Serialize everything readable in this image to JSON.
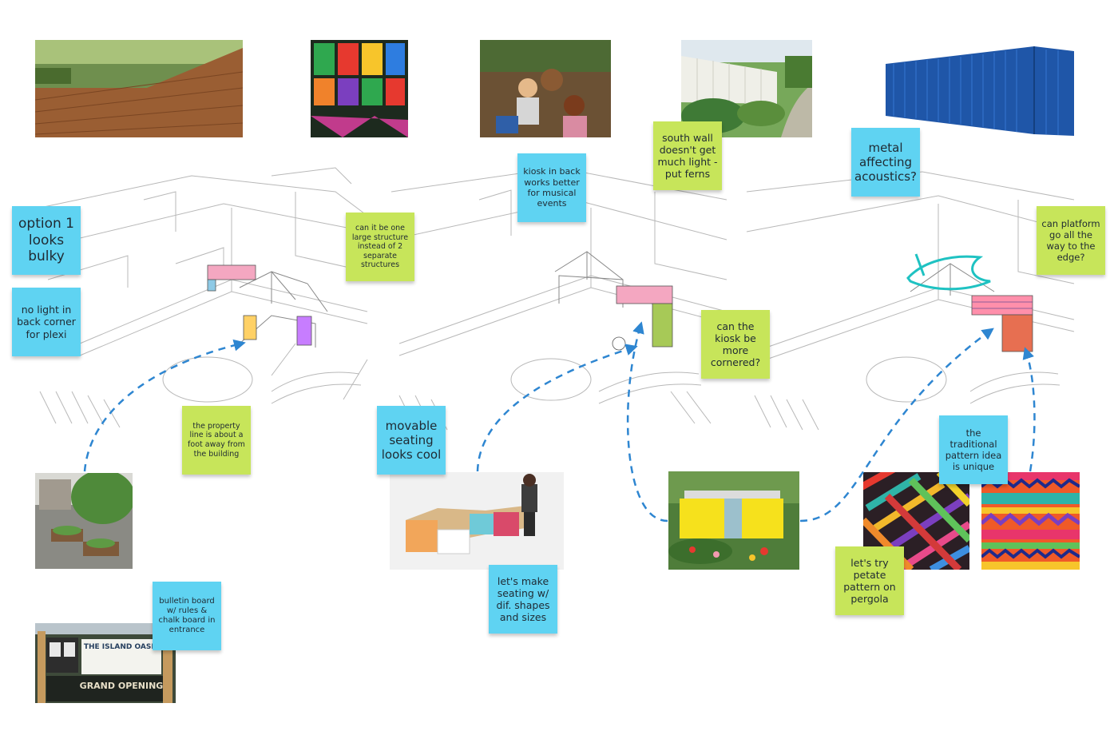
{
  "colors": {
    "note_blue": "#5fd3f2",
    "note_green": "#c7e55a",
    "arrow": "#2e86d1",
    "annotation": "#1fc2c2"
  },
  "sketches": [
    {
      "name": "option-1-sketch"
    },
    {
      "name": "option-2-sketch"
    },
    {
      "name": "option-3-sketch"
    }
  ],
  "images": [
    {
      "name": "wood-deck-photo",
      "subject": "wooden deck"
    },
    {
      "name": "stained-glass-photo",
      "subject": "colored glass panels"
    },
    {
      "name": "kids-play-photo",
      "subject": "children playing"
    },
    {
      "name": "garden-wall-photo",
      "subject": "fence with plants"
    },
    {
      "name": "shipping-container-photo",
      "subject": "blue shipping container"
    },
    {
      "name": "community-garden-photo",
      "subject": "community garden"
    },
    {
      "name": "bulletin-sign-photo",
      "subject": "garden sign",
      "sign_lines": [
        "THE ISLAND OASIS",
        "GRAND OPENING"
      ]
    },
    {
      "name": "modular-seating-photo",
      "subject": "modular seating"
    },
    {
      "name": "yellow-kiosk-photo",
      "subject": "yellow container kiosk"
    },
    {
      "name": "petate-pattern-photo",
      "subject": "woven petate"
    },
    {
      "name": "textile-pattern-photo",
      "subject": "traditional textile pattern"
    }
  ],
  "notes": {
    "option1_bulky": "option 1 looks bulky",
    "no_light_back_corner": "no light in back corner for plexi",
    "one_large_structure": "can it be one large structure instead of 2 separate structures",
    "property_line": "the property line is about a foot away from the building",
    "bulletin_board": "bulletin board w/ rules & chalk board in entrance",
    "kiosk_back_musical": "kiosk in back works better for musical events",
    "south_wall_ferns": "south wall doesn't get much light - put ferns",
    "movable_seating": "movable seating looks cool",
    "different_seating_shapes": "let's make seating w/ dif. shapes and sizes",
    "kiosk_cornered": "can the kiosk be more cornered?",
    "metal_acoustics": "metal affecting acoustics?",
    "platform_edge": "can platform go all the way to the edge?",
    "traditional_pattern": "the traditional pattern idea is unique",
    "petate_pattern": "let's try petate pattern on pergola"
  }
}
